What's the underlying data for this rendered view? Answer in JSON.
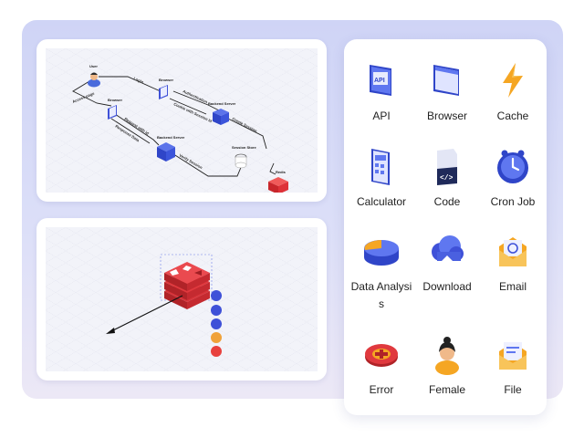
{
  "diagram1": {
    "nodes": {
      "user": "User",
      "browser_top": "Browser",
      "browser_left": "Browser",
      "backend_top": "Backend Server",
      "backend_mid": "Backend Server",
      "session_store": "Session Store",
      "redis": "Redis"
    },
    "edges": {
      "login": "Login",
      "auth_request": "Authentication",
      "cookie_session": "Cookie with Session Id",
      "create_session": "Create Session",
      "access_page": "Access page",
      "request_with_id": "Request with id",
      "response_data": "Response Data",
      "verify_session": "Verify Session"
    }
  },
  "icons": [
    {
      "label": "API",
      "icon": "api-window-icon"
    },
    {
      "label": "Browser",
      "icon": "browser-icon"
    },
    {
      "label": "Cache",
      "icon": "lightning-icon"
    },
    {
      "label": "Calculator",
      "icon": "calculator-icon"
    },
    {
      "label": "Code",
      "icon": "code-file-icon"
    },
    {
      "label": "Cron Job",
      "icon": "clock-icon"
    },
    {
      "label": "Data Analysis",
      "icon": "pie-chart-icon"
    },
    {
      "label": "Download",
      "icon": "cloud-download-icon"
    },
    {
      "label": "Email",
      "icon": "envelope-icon"
    },
    {
      "label": "Error",
      "icon": "error-icon"
    },
    {
      "label": "Female",
      "icon": "female-avatar-icon"
    },
    {
      "label": "File",
      "icon": "file-envelope-icon"
    }
  ],
  "colors": {
    "accent_blue": "#3f51d8",
    "redis_red": "#e0393e",
    "cache_orange": "#f5a623",
    "tool_orange": "#f0a23a",
    "tool_red": "#e8413e"
  }
}
